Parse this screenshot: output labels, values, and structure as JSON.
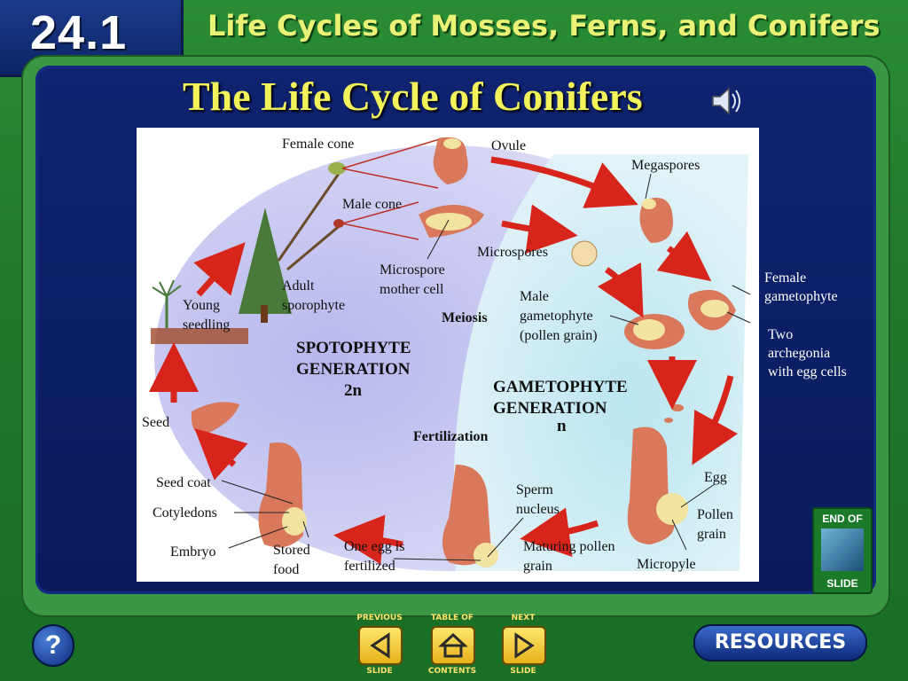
{
  "header": {
    "section_number": "24.1",
    "chapter_title": "Life Cycles of Mosses, Ferns, and Conifers"
  },
  "slide": {
    "title": "The Life Cycle of Conifers"
  },
  "diagram": {
    "labels": {
      "female_cone": "Female cone",
      "ovule": "Ovule",
      "megaspores": "Megaspores",
      "male_cone": "Male cone",
      "microspores": "Microspores",
      "microspore_mother_cell_1": "Microspore",
      "microspore_mother_cell_2": "mother cell",
      "adult_sporophyte_1": "Adult",
      "adult_sporophyte_2": "sporophyte",
      "young_seedling_1": "Young",
      "young_seedling_2": "seedling",
      "male_gametophyte_1": "Male",
      "male_gametophyte_2": "gametophyte",
      "male_gametophyte_3": "(pollen grain)",
      "meiosis": "Meiosis",
      "spotophyte_1": "SPOTOPHYTE",
      "spotophyte_2": "GENERATION",
      "spotophyte_3": "2n",
      "gametophyte_1": "GAMETOPHYTE",
      "gametophyte_2": "GENERATION",
      "gametophyte_3": "n",
      "fertilization": "Fertilization",
      "seed": "Seed",
      "seed_coat": "Seed coat",
      "cotyledons": "Cotyledons",
      "embryo": "Embryo",
      "stored_food_1": "Stored",
      "stored_food_2": "food",
      "one_egg_1": "One egg is",
      "one_egg_2": "fertilized",
      "sperm_nucleus_1": "Sperm",
      "sperm_nucleus_2": "nucleus",
      "maturing_pollen_1": "Maturing pollen",
      "maturing_pollen_2": "grain",
      "egg": "Egg",
      "pollen_grain_1": "Pollen",
      "pollen_grain_2": "grain",
      "micropyle": "Micropyle"
    },
    "outside_labels": {
      "female_gametophyte_1": "Female",
      "female_gametophyte_2": "gametophyte",
      "two_archegonia_1": "Two",
      "two_archegonia_2": "archegonia",
      "two_archegonia_3": "with egg cells"
    }
  },
  "controls": {
    "end_of_slide_top": "END OF",
    "end_of_slide_bottom": "SLIDE",
    "help_symbol": "?",
    "previous_top": "PREVIOUS",
    "previous_bottom": "SLIDE",
    "contents_top": "TABLE OF",
    "contents_bottom": "CONTENTS",
    "next_top": "NEXT",
    "next_bottom": "SLIDE",
    "resources": "RESOURCES"
  },
  "colors": {
    "title": "#f2f25a",
    "chapter": "#eaf276",
    "arrow": "#d8251b",
    "tissue": "#d9785a"
  }
}
